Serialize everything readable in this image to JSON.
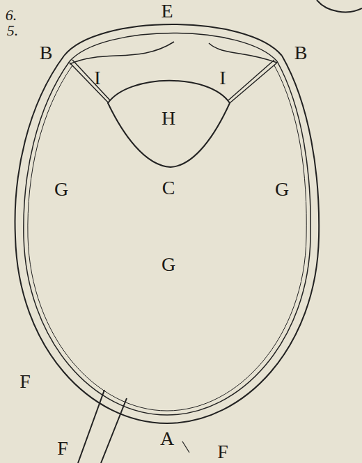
{
  "diagram": {
    "labels": [
      "6.",
      "5.",
      "E",
      "B",
      "B",
      "I",
      "I",
      "H",
      "G",
      "C",
      "G",
      "G",
      "F",
      "F",
      "A",
      "F"
    ]
  }
}
